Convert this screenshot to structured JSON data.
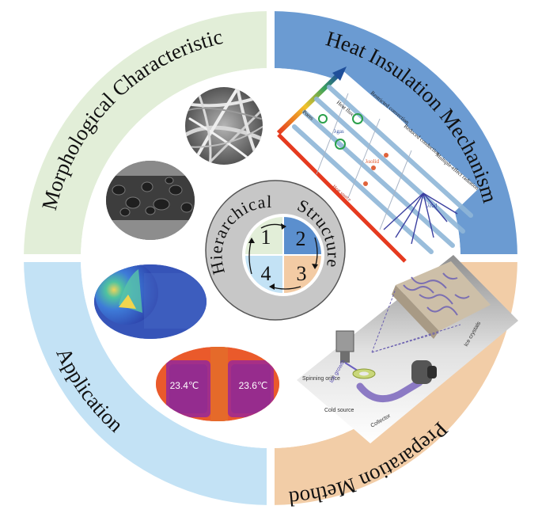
{
  "quadrants": {
    "morphological": {
      "label": "Morphological Characteristic",
      "color": "#e2eed8"
    },
    "heat": {
      "label": "Heat Insulation Mechanism",
      "color": "#6b9bd2"
    },
    "preparation": {
      "label": "Preparation Method",
      "color": "#f2cda7"
    },
    "application": {
      "label": "Application",
      "color": "#c3e2f5"
    }
  },
  "center": {
    "left_word": "Hierarchical",
    "right_word": "Structure",
    "numbers": [
      "1",
      "2",
      "3",
      "4"
    ],
    "quad_colors": [
      "#e2eed8",
      "#5b8fce",
      "#f3cba4",
      "#c3e2f5"
    ]
  },
  "heat_diagram": {
    "labels": {
      "heat_flux": "Heat flux",
      "pores": "Pores",
      "restricted": "Restricted convection",
      "reduced": "Reduced conduction",
      "multiple": "Multiple-effect radiation",
      "heat_source": "Heat source",
      "lambda_gas": "λgas",
      "lambda_solid": "λsolid",
      "lambda_rad": "λrad"
    }
  },
  "prep_diagram": {
    "labels": {
      "spinning": "Spinning orifice",
      "ice_growth": "Ice growth",
      "cold": "Cold source",
      "collector": "Collector",
      "crystals": "Ice crystals"
    }
  },
  "thermal": {
    "left_temp": "23.4℃",
    "right_temp": "23.6℃"
  }
}
